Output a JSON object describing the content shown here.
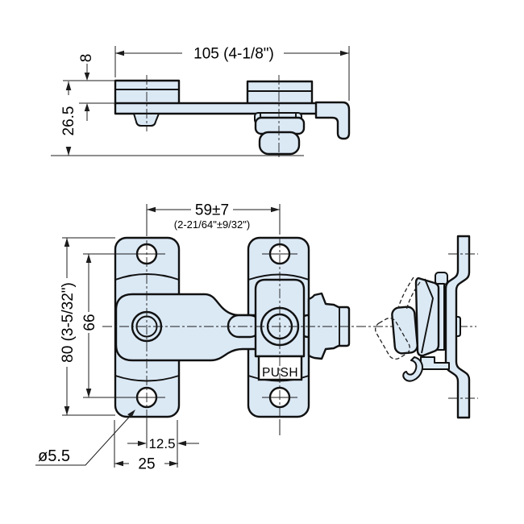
{
  "colors": {
    "part_fill": "#dbe9f5",
    "line": "#111111",
    "dim": "#1c1c1c",
    "background": "#ffffff"
  },
  "top_view": {
    "overall_width": "105 (4-1/8\")",
    "plate_thickness": "8",
    "height": "26.5"
  },
  "front_view": {
    "hole_spacing": "59±7",
    "hole_spacing_inches": "(2-21/64\"±9/32\")",
    "plate_height": "80 (3-5/32\")",
    "hole_distance": "66",
    "hole_offset": "12.5",
    "plate_width": "25",
    "hole_diameter": "ø5.5",
    "push_label": "PUSH"
  }
}
